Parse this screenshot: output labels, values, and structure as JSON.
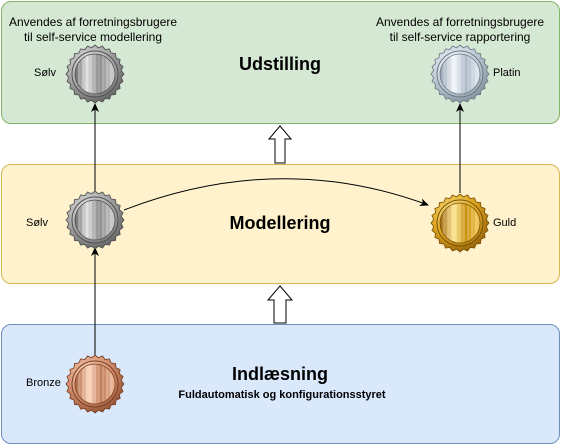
{
  "layers": {
    "top": {
      "title": "Udstilling",
      "color": "#d5e8d4",
      "border": "#82b366"
    },
    "middle": {
      "title": "Modellering",
      "color": "#fff2cc",
      "border": "#d6b656"
    },
    "bottom": {
      "title": "Indlæsning",
      "subtitle": "Fuldautomatisk og konfigurationsstyret",
      "color": "#dae8fc",
      "border": "#6c8ebf"
    }
  },
  "notes": {
    "left": {
      "line1": "Anvendes af forretningsbrugere",
      "line2": "til self-service modellering"
    },
    "right": {
      "line1": "Anvendes af forretningsbrugere",
      "line2": "til self-service rapportering"
    }
  },
  "medals": {
    "top_left": {
      "label": "Sølv",
      "color": "#a0a0a0"
    },
    "top_right": {
      "label": "Platin",
      "color": "#c8d4e0"
    },
    "mid_left": {
      "label": "Sølv",
      "color": "#a0a0a0"
    },
    "mid_right": {
      "label": "Guld",
      "color": "#e8b830"
    },
    "bottom": {
      "label": "Bronze",
      "color": "#d4906a"
    }
  }
}
